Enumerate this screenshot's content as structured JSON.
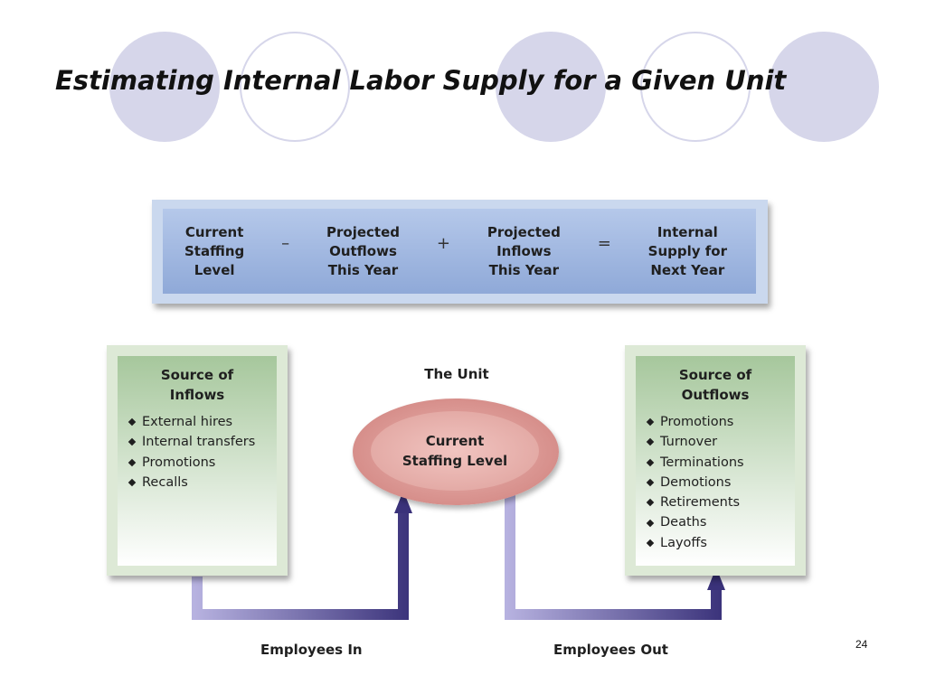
{
  "slide": {
    "title": "Estimating Internal Labor Supply for a Given Unit",
    "page_number": "24"
  },
  "equation": {
    "terms": [
      "Current\nStaffing\nLevel",
      "Projected\nOutflows\nThis Year",
      "Projected\nInflows\nThis Year",
      "Internal\nSupply for\nNext Year"
    ],
    "operators": [
      "–",
      "+",
      "="
    ]
  },
  "inflows": {
    "title": "Source of\nInflows",
    "items": [
      "External hires",
      "Internal transfers",
      "Promotions",
      "Recalls"
    ]
  },
  "unit": {
    "label": "The Unit",
    "center": "Current\nStaffing Level"
  },
  "outflows": {
    "title": "Source of\nOutflows",
    "items": [
      "Promotions",
      "Turnover",
      "Terminations",
      "Demotions",
      "Retirements",
      "Deaths",
      "Layoffs"
    ]
  },
  "flows": {
    "in_label": "Employees In",
    "out_label": "Employees Out"
  },
  "colors": {
    "decor_circle": "#d6d6ea",
    "equation_box": "#9db4dd",
    "source_box": "#a6c79c",
    "unit_oval": "#d58c88",
    "arrow_dark": "#3a327a",
    "arrow_light": "#b7b2e0"
  }
}
